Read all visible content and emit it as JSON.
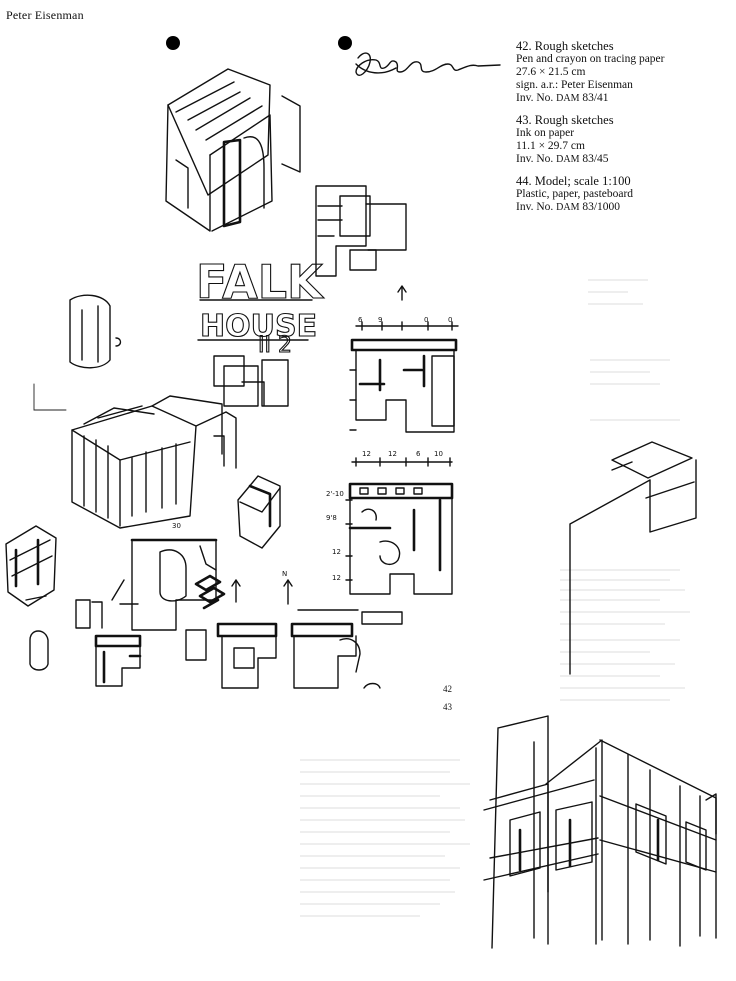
{
  "header": {
    "author": "Peter Eisenman"
  },
  "captions": [
    {
      "title": "42. Rough sketches",
      "lines": [
        "Pen and crayon on tracing paper",
        "27.6 × 21.5 cm",
        "sign. a.r.: Peter Eisenman"
      ],
      "inv_prefix": "Inv. No.",
      "inv_code": "DAM",
      "inv_number": "83/41"
    },
    {
      "title": "43. Rough sketches",
      "lines": [
        "Ink on paper",
        "11.1 × 29.7 cm"
      ],
      "inv_prefix": "Inv. No.",
      "inv_code": "DAM",
      "inv_number": "83/45"
    },
    {
      "title": "44. Model; scale 1:100",
      "lines": [
        "Plastic, paper, pasteboard"
      ],
      "inv_prefix": "Inv. No.",
      "inv_code": "DAM",
      "inv_number": "83/1000"
    }
  ],
  "sketch": {
    "lettering_line1": "FALK",
    "lettering_line2": "HOUSE",
    "lettering_number": "II 2",
    "north_label": "N",
    "dims_top": [
      "6",
      "9",
      "0",
      "0"
    ],
    "dims_mid": [
      "12",
      "12",
      "6",
      "10"
    ],
    "dims_side": [
      "2'-10",
      "9'8",
      "12",
      "12"
    ],
    "dim_30": "30"
  },
  "page_numbers": {
    "upper": "42",
    "lower": "43"
  }
}
